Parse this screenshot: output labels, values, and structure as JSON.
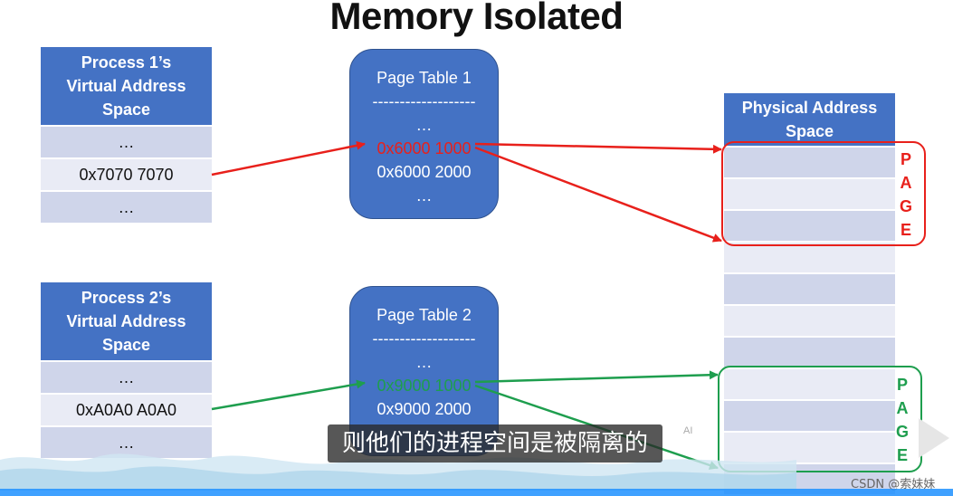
{
  "title": "Memory Isolated",
  "process1": {
    "header": [
      "Process 1’s",
      "Virtual Address",
      "Space"
    ],
    "rows": [
      "…",
      "0x7070 7070",
      "…"
    ]
  },
  "process2": {
    "header": [
      "Process 2’s",
      "Virtual Address",
      "Space"
    ],
    "rows": [
      "…",
      "0xA0A0 A0A0",
      "…"
    ]
  },
  "page_table1": {
    "title": "Page Table 1",
    "divider": "-------------------",
    "lines": [
      "…",
      "0x6000 1000",
      "0x6000 2000",
      "…"
    ]
  },
  "page_table2": {
    "title": "Page Table 2",
    "divider": "-------------------",
    "lines": [
      "…",
      "0x9000 1000",
      "0x9000 2000"
    ]
  },
  "physical": {
    "header": [
      "Physical Address",
      "Space"
    ]
  },
  "page_label_1": [
    "P",
    "A",
    "G",
    "E"
  ],
  "page_label_2": [
    "P",
    "A",
    "G",
    "E"
  ],
  "colors": {
    "blue": "#4472c4",
    "red": "#e8201b",
    "green": "#1e9e4e"
  },
  "subtitle": "则他们的进程空间是被隔离的",
  "ai_mark": "AI",
  "watermark": "CSDN @索妹妹"
}
